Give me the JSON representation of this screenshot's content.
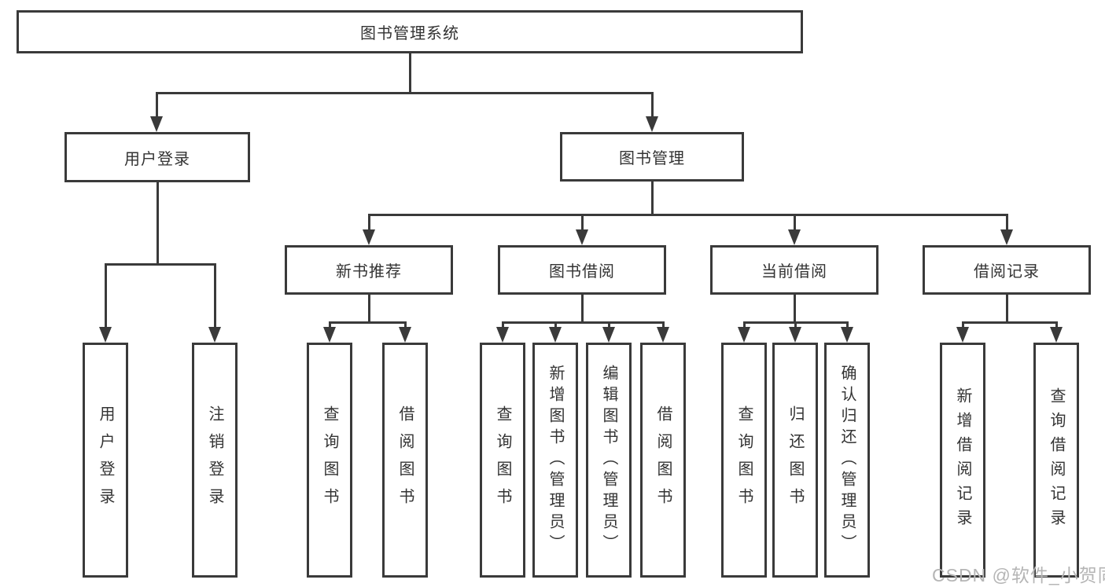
{
  "colors": {
    "line": "#3a3a3a",
    "text": "#333333",
    "box_background": "#ffffff",
    "watermark": "#b5b5b5"
  },
  "nodes": {
    "root": {
      "label": "图书管理系统"
    },
    "user_login": {
      "label": "用户登录"
    },
    "book_mgmt": {
      "label": "图书管理"
    },
    "new_books": {
      "label": "新书推荐"
    },
    "book_borrow": {
      "label": "图书借阅"
    },
    "current_borrow": {
      "label": "当前借阅"
    },
    "borrow_records": {
      "label": "借阅记录"
    },
    "leaves": {
      "user_login_login": {
        "label": "用户登录"
      },
      "user_login_logout": {
        "label": "注销登录"
      },
      "new_books_query": {
        "label": "查询图书"
      },
      "new_books_borrow": {
        "label": "借阅图书"
      },
      "book_borrow_query": {
        "label": "查询图书"
      },
      "book_borrow_add": {
        "label": "新增图书（管理员）"
      },
      "book_borrow_edit": {
        "label": "编辑图书（管理员）"
      },
      "book_borrow_borrow": {
        "label": "借阅图书"
      },
      "current_query": {
        "label": "查询图书"
      },
      "current_return": {
        "label": "归还图书"
      },
      "current_confirm": {
        "label": "确认归还（管理员）"
      },
      "records_add": {
        "label": "新增借阅记录"
      },
      "records_query": {
        "label": "查询借阅记录"
      }
    }
  },
  "watermark": {
    "text": "CSDN @软件_小贺同学"
  }
}
